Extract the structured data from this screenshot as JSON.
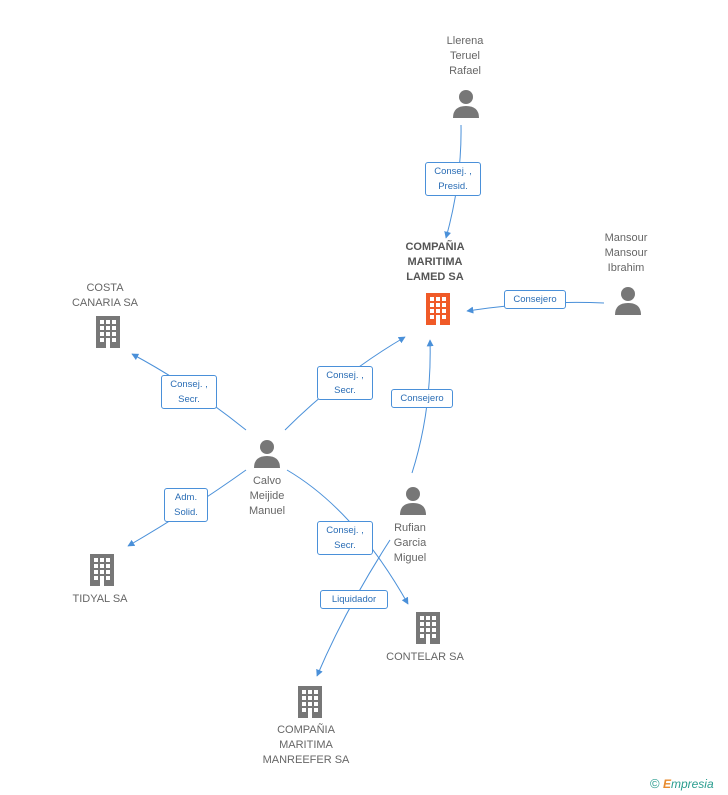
{
  "nodes": {
    "lamed": {
      "name": "COMPAÑIA\nMARITIMA\nLAMED SA",
      "color": "#f05a28"
    },
    "llerena": {
      "name": "Llerena\nTeruel\nRafael"
    },
    "mansour": {
      "name": "Mansour\nMansour\nIbrahim"
    },
    "costa": {
      "name": "COSTA\nCANARIA SA"
    },
    "calvo": {
      "name": "Calvo\nMeijide\nManuel"
    },
    "rufian": {
      "name": "Rufian\nGarcia\nMiguel"
    },
    "tidyal": {
      "name": "TIDYAL SA"
    },
    "contelar": {
      "name": "CONTELAR SA"
    },
    "manreefer": {
      "name": "COMPAÑIA\nMARITIMA\nMANREEFER SA"
    }
  },
  "edges": {
    "llerena_lamed": {
      "label": "Consej. ,\nPresid."
    },
    "mansour_lamed": {
      "label": "Consejero"
    },
    "calvo_lamed": {
      "label": "Consej. ,\nSecr."
    },
    "rufian_lamed": {
      "label": "Consejero"
    },
    "calvo_costa": {
      "label": "Consej. ,\nSecr."
    },
    "calvo_tidyal": {
      "label": "Adm.\nSolid."
    },
    "calvo_contelar": {
      "label": "Consej. ,\nSecr."
    },
    "rufian_manreefer": {
      "label": "Liquidador"
    }
  },
  "colors": {
    "edge": "#4a90d9",
    "node_icon": "#777777",
    "main_icon": "#f05a28"
  },
  "footer": {
    "copyright": "©",
    "brand_first": "E",
    "brand_rest": "mpresia"
  }
}
